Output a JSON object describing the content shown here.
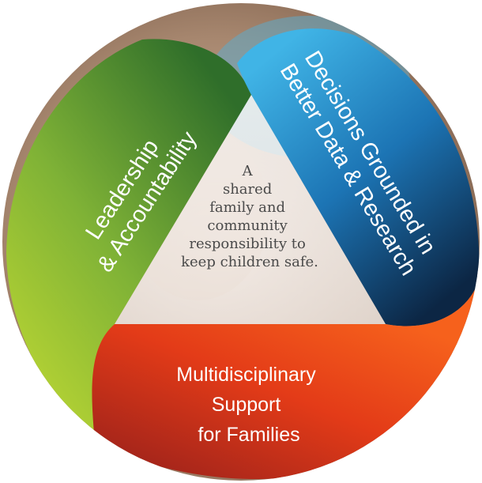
{
  "segments": {
    "left": {
      "lines": [
        "Leadership",
        "& Accountability"
      ],
      "color_top": "#2e7a2e",
      "color_bottom": "#b5d433"
    },
    "right": {
      "lines": [
        "Decisions Grounded in",
        "Better Data & Research"
      ],
      "color_top": "#3aa9df",
      "color_bottom": "#0f2a4a"
    },
    "bottom": {
      "lines": [
        "Multidisciplinary",
        "Support",
        "for Families"
      ],
      "color_top": "#f2541b",
      "color_bottom": "#b0281a"
    }
  },
  "center": {
    "lines": [
      "A",
      "shared",
      "family and",
      "community",
      "responsibility to",
      "keep children safe."
    ]
  }
}
